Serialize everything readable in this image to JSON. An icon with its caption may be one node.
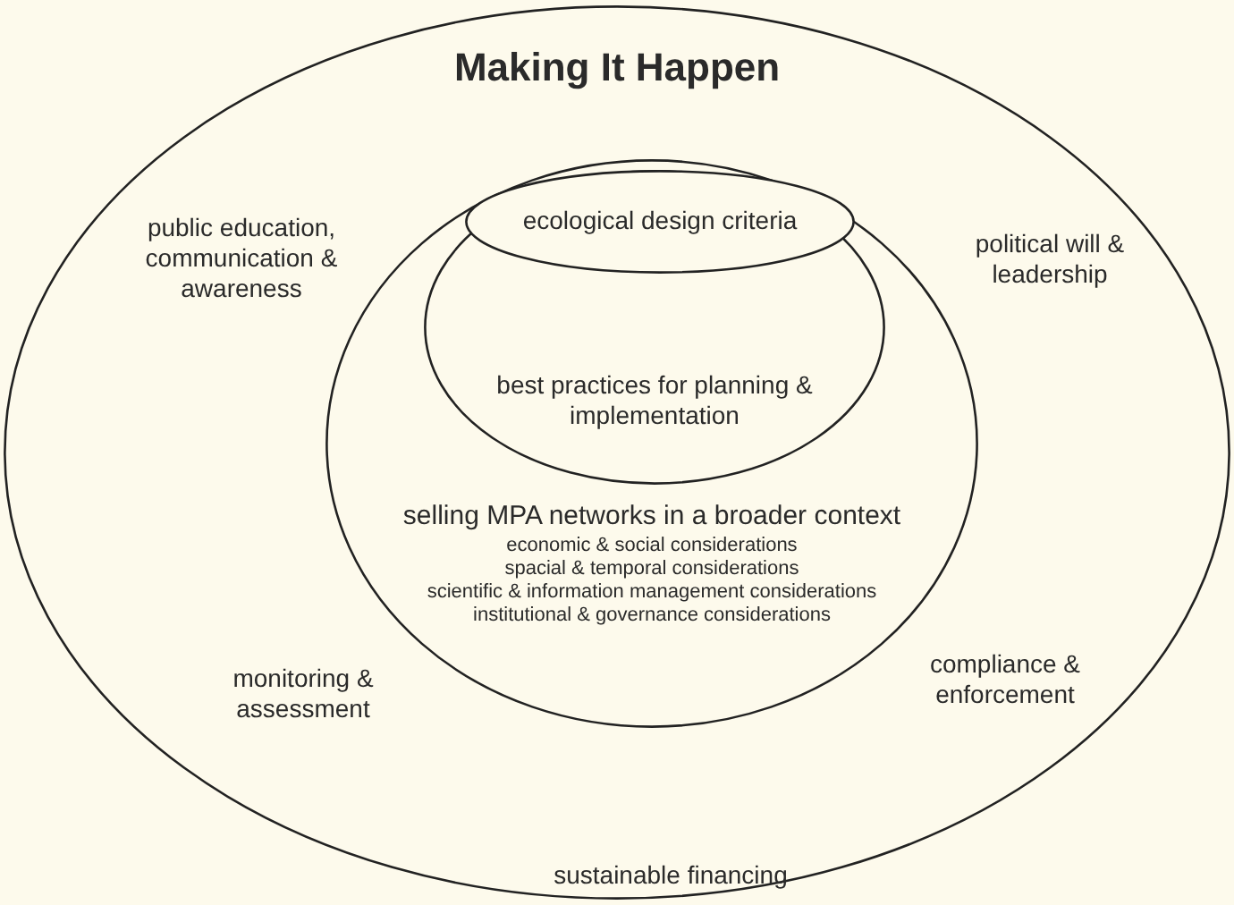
{
  "diagram": {
    "nodes": [
      {
        "text": [
          "Making It Happen",
          "public education, communication & awareness",
          "political will & leadership",
          "monitoring & assessment",
          "compliance & enforcement",
          "sustainable financing"
        ]
      },
      {
        "text": [
          "selling MPA networks in a broader context",
          "economic & social considerations",
          "spacial & temporal considerations",
          "scientific & information management considerations",
          "institutional & governance considerations"
        ],
        "in": 0
      },
      {
        "text": [
          "best practices for planning & implementation"
        ],
        "in": 1
      },
      {
        "text": [
          "ecological design criteria"
        ],
        "in": 2
      }
    ]
  }
}
